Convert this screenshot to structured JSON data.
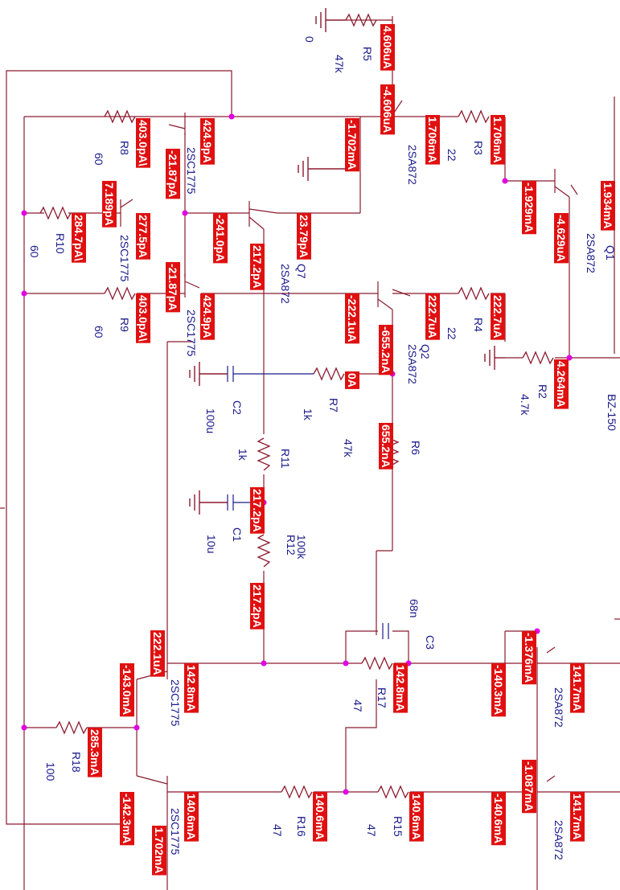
{
  "labels": {
    "r5_i": "4.606uA",
    "q1_e": "-4.606uA",
    "r8_i": "403.0pA\\",
    "q_top_c": "424.9pA",
    "q_top_b": "-21.87pA",
    "q_top_b2": "7.189pA",
    "r10_i": "284.7pA\\",
    "q_mid_b": "277.5pA",
    "q_mid_e": "-21.87pA",
    "r9_i": "403.0pA\\",
    "q_bot_c": "424.9pA",
    "n_241": "-241.0pA",
    "n_217a": "217.2pA",
    "n_1702": "-1.702mA",
    "q7_b": "23.79pA",
    "r3_l": "1.706mA",
    "r3_r": "1.706mA",
    "n_1929": "-1.929mA",
    "n_4629": "-4.629uA",
    "q_right_top": "1.934mA",
    "n_222": "-222.1uA",
    "q2_c": "222.7uA",
    "r4_r": "222.7uA",
    "n_655": "-655.2nA",
    "n_0a": "0A",
    "r2_i": "4.264mA",
    "r6_i": "655.2nA",
    "r11_i": "217.2pA",
    "r12_i": "217.2pA",
    "q_out_b": "222.1uA",
    "q_out_e": "-143.0mA",
    "q_out_c": "142.8mA",
    "r18_i": "285.3mA",
    "q_out2_e": "-142.3mA",
    "q_out2_c": "140.6mA",
    "q_out2_b": "1.702mA",
    "r16_i": "140.6mA",
    "r15_i": "140.6mA",
    "r17_i": "142.8mA",
    "q8_b": "-1.376mA",
    "n_1403": "-140.3mA",
    "q8_c": "141.7mA",
    "q9_b": "-1.087mA",
    "n_1406": "-140.6mA",
    "q9_c": "141.7mA"
  },
  "text": {
    "gnd0": "0",
    "r5": "R5",
    "r5v": "47k",
    "r8": "R8",
    "r8v": "60",
    "q1": "2SA872",
    "qa": "2SC1775",
    "qb": "2SC1775",
    "qc": "2SC1775",
    "r3": "R3",
    "r3v": "22",
    "q_tr": "2SA872",
    "q_tr_ref": "Q1",
    "r10": "R10",
    "r10v": "60",
    "q7": "2SA872",
    "q7_ref": "Q7",
    "r9": "R9",
    "r9v": "60",
    "r4": "R4",
    "r4v": "22",
    "q2": "2SA872",
    "q2_ref": "Q2",
    "c2": "C2",
    "c2v": "100u",
    "r7": "R7",
    "r7v": "1k",
    "r2": "R2",
    "r2v": "4.7k",
    "bz": "BZ-150",
    "r6": "R6",
    "r6v": "47k",
    "r11": "R11",
    "r11v": "1k",
    "c1": "C1",
    "c1v": "10u",
    "r12": "R12",
    "r12v": "100k",
    "c3": "C3",
    "c3v": "68n",
    "q_out": "2SC1775",
    "r17": "R17",
    "r17v": "47",
    "q8": "2SA872",
    "r18": "R18",
    "r18v": "100",
    "r16": "R16",
    "r16v": "47",
    "r15": "R15",
    "r15v": "47",
    "q_out2": "2SC1775",
    "q9": "2SA872"
  }
}
